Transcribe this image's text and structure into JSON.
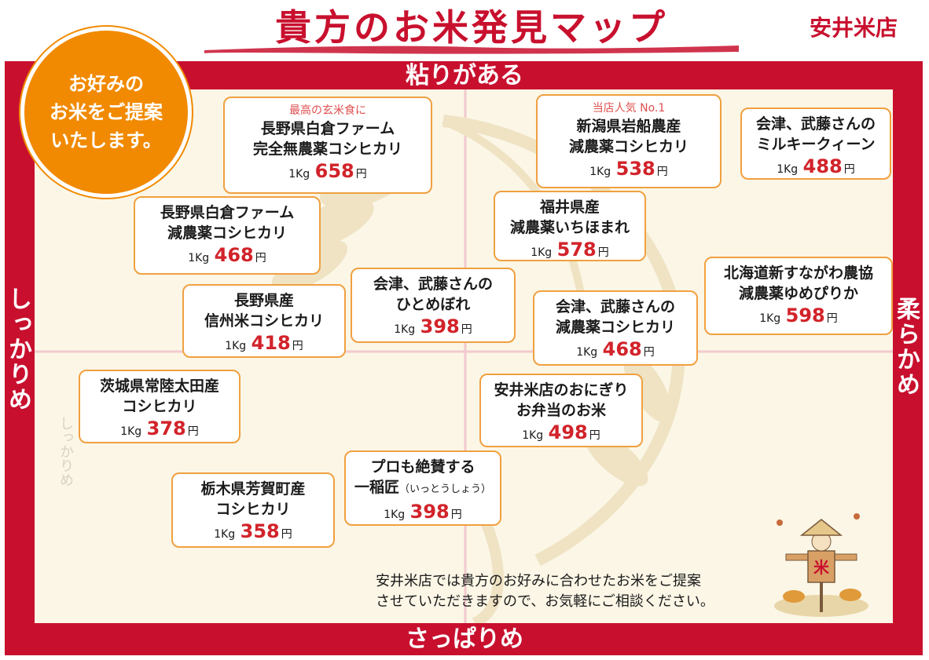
{
  "header": {
    "title": "貴方のお米発見マップ",
    "shop_logo": "安井米店"
  },
  "badge": {
    "lines": [
      "お好みの",
      "お米をご提案",
      "いたします。"
    ]
  },
  "axes": {
    "top": "粘りがある",
    "bottom": "さっぱりめ",
    "left": "しっかりめ",
    "right": "柔らかめ",
    "faded_left": "しっかりめ"
  },
  "unit": "1Kg",
  "currency": "円",
  "products": [
    {
      "tag": "最高の玄米食に",
      "name_lines": [
        "長野県白倉ファーム",
        "完全無農薬コシヒカリ"
      ],
      "price": "658"
    },
    {
      "tag": "当店人気 No.1",
      "name_lines": [
        "新潟県岩船農産",
        "減農薬コシヒカリ"
      ],
      "price": "538"
    },
    {
      "tag": "",
      "name_lines": [
        "会津、武藤さんの",
        "ミルキークィーン"
      ],
      "price": "488"
    },
    {
      "tag": "",
      "name_lines": [
        "長野県白倉ファーム",
        "減農薬コシヒカリ"
      ],
      "price": "468"
    },
    {
      "tag": "",
      "name_lines": [
        "福井県産",
        "減農薬いちほまれ"
      ],
      "price": "578"
    },
    {
      "tag": "",
      "name_lines": [
        "北海道新すながわ農協",
        "減農薬ゆめぴりか"
      ],
      "price": "598"
    },
    {
      "tag": "",
      "name_lines": [
        "長野県産",
        "信州米コシヒカリ"
      ],
      "price": "418"
    },
    {
      "tag": "",
      "name_lines": [
        "会津、武藤さんの",
        "ひとめぼれ"
      ],
      "price": "398"
    },
    {
      "tag": "",
      "name_lines": [
        "会津、武藤さんの",
        "減農薬コシヒカリ"
      ],
      "price": "468"
    },
    {
      "tag": "",
      "name_lines": [
        "茨城県常陸太田産",
        "コシヒカリ"
      ],
      "price": "378"
    },
    {
      "tag": "",
      "name_lines": [
        "安井米店のおにぎり",
        "お弁当のお米"
      ],
      "price": "498"
    },
    {
      "tag": "",
      "name_lines": [
        "プロも絶賛する",
        "一稲匠"
      ],
      "name_note": "（いっとうしょう）",
      "price": "398"
    },
    {
      "tag": "",
      "name_lines": [
        "栃木県芳賀町産",
        "コシヒカリ"
      ],
      "price": "358"
    }
  ],
  "footer": {
    "lines": [
      "安井米店では貴方のお好みに合わせたお米をご提案",
      "させていただきますので、お気軽にご相談ください。"
    ]
  },
  "colors": {
    "frame": "#c8102e",
    "badge": "#f18a00",
    "price": "#d2232a",
    "card_border": "#f0a040",
    "map_bg": "#fbf6e6"
  },
  "icons": {
    "background": "rice-stalk-illustration",
    "corner": "scarecrow-illustration"
  }
}
